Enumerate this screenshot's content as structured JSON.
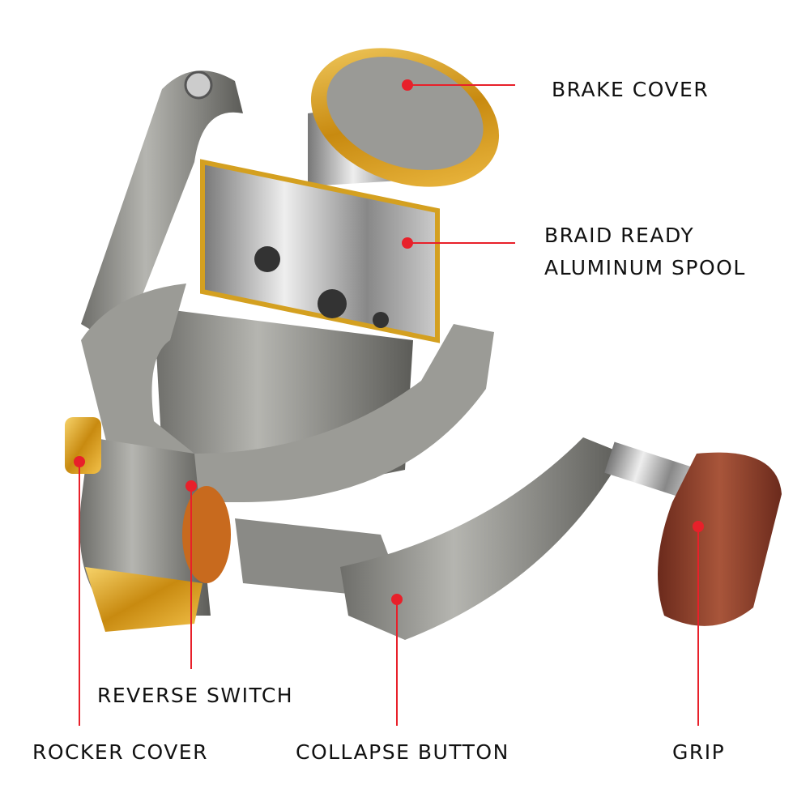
{
  "colors": {
    "callout": "#e8202a",
    "text": "#111111",
    "gold": "#d9a21b",
    "body": "#8a8a86",
    "wood": "#8b3f2a"
  },
  "labels": {
    "brake_cover": "BRAKE COVER",
    "spool_line1": "BRAID READY",
    "spool_line2": "ALUMINUM SPOOL",
    "reverse_switch": "REVERSE SWITCH",
    "rocker_cover": "ROCKER COVER",
    "collapse_button": "COLLAPSE BUTTON",
    "grip": "GRIP"
  }
}
